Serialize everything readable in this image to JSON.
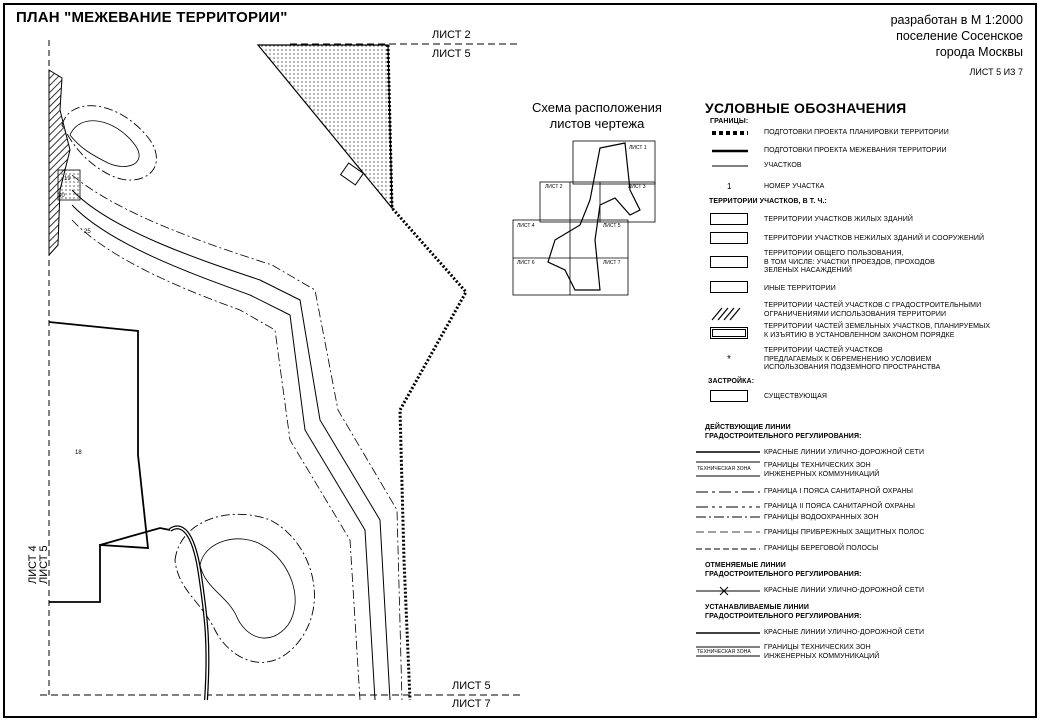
{
  "title": "ПЛАН \"МЕЖЕВАНИЕ ТЕРРИТОРИИ\"",
  "header": {
    "line1": "разработан в М 1:2000",
    "line2": "поселение Сосенское",
    "line3": "города Москвы",
    "sheet_of": "ЛИСТ 5 ИЗ 7"
  },
  "sheet_labels": {
    "top_a": "ЛИСТ 2",
    "top_b": "ЛИСТ 5",
    "left_a": "ЛИСТ 4",
    "left_b": "ЛИСТ 5",
    "bottom_a": "ЛИСТ 5",
    "bottom_b": "ЛИСТ 7"
  },
  "scheme": {
    "title_1": "Схема расположения",
    "title_2": "листов чертежа",
    "sheets": [
      "ЛИСТ 1",
      "ЛИСТ 2",
      "ЛИСТ 3",
      "ЛИСТ 4",
      "ЛИСТ 5",
      "ЛИСТ 6",
      "ЛИСТ 7"
    ]
  },
  "map_labels": {
    "plot_a": "19",
    "plot_b": "25",
    "plot_c": "30",
    "plot_d": "18"
  },
  "legend": {
    "title": "УСЛОВНЫЕ ОБОЗНАЧЕНИЯ",
    "boundaries_header": "ГРАНИЦЫ:",
    "b1": "ПОДГОТОВКИ ПРОЕКТА ПЛАНИРОВКИ ТЕРРИТОРИИ",
    "b2": "ПОДГОТОВКИ ПРОЕКТА МЕЖЕВАНИЯ ТЕРРИТОРИИ",
    "b3": "УЧАСТКОВ",
    "num_symbol": "1",
    "num_label": "НОМЕР УЧАСТКА",
    "territories_header": "ТЕРРИТОРИИ УЧАСТКОВ, В Т. Ч.:",
    "t1": "ТЕРРИТОРИИ УЧАСТКОВ ЖИЛЫХ ЗДАНИЙ",
    "t2": "ТЕРРИТОРИИ УЧАСТКОВ НЕЖИЛЫХ ЗДАНИЙ И СООРУЖЕНИЙ",
    "t3a": "ТЕРРИТОРИИ ОБЩЕГО ПОЛЬЗОВАНИЯ,",
    "t3b": "В ТОМ ЧИСЛЕ: УЧАСТКИ ПРОЕЗДОВ, ПРОХОДОВ",
    "t3c": "ЗЕЛЕНЫХ НАСАЖДЕНИЙ",
    "t4": "ИНЫЕ ТЕРРИТОРИИ",
    "t5a": "ТЕРРИТОРИИ ЧАСТЕЙ УЧАСТКОВ С ГРАДОСТРОИТЕЛЬНЫМИ",
    "t5b": "ОГРАНИЧЕНИЯМИ ИСПОЛЬЗОВАНИЯ ТЕРРИТОРИИ",
    "t6a": "ТЕРРИТОРИИ ЧАСТЕЙ ЗЕМЕЛЬНЫХ УЧАСТКОВ, ПЛАНИРУЕМЫХ",
    "t6b": "К ИЗЪЯТИЮ В  УСТАНОВЛЕННОМ  ЗАКОНОМ ПОРЯДКЕ",
    "t7a": "ТЕРРИТОРИИ ЧАСТЕЙ УЧАСТКОВ",
    "t7b": "ПРЕДЛАГАЕМЫХ К ОБРЕМЕНЕНИЮ УСЛОВИЕМ",
    "t7c": "ИСПОЛЬЗОВАНИЯ ПОДЗЕМНОГО ПРОСТРАНСТВА",
    "building_header": "ЗАСТРОЙКА:",
    "building_existing": "СУЩЕСТВУЮЩАЯ",
    "active_header_1": "ДЕЙСТВУЮЩИЕ ЛИНИИ",
    "active_header_2": "ГРАДОСТРОИТЕЛЬНОГО  РЕГУЛИРОВАНИЯ:",
    "a1": "КРАСНЫЕ ЛИНИИ УЛИЧНО-ДОРОЖНОЙ СЕТИ",
    "a2_sym": "ТЕХНИЧЕСКАЯ ЗОНА",
    "a2a": "ГРАНИЦЫ ТЕХНИЧЕСКИХ ЗОН",
    "a2b": "ИНЖЕНЕРНЫХ КОММУНИКАЦИЙ",
    "a3": "ГРАНИЦА I ПОЯСА САНИТАРНОЙ ОХРАНЫ",
    "a4": "ГРАНИЦА II ПОЯСА САНИТАРНОЙ ОХРАНЫ",
    "a5": "ГРАНИЦЫ ВОДООХРАННЫХ ЗОН",
    "a6": "ГРАНИЦЫ ПРИБРЕЖНЫХ ЗАЩИТНЫХ ПОЛОС",
    "a7": "ГРАНИЦЫ БЕРЕГОВОЙ ПОЛОСЫ",
    "cancel_header_1": "ОТМЕНЯЕМЫЕ ЛИНИИ",
    "cancel_header_2": "ГРАДОСТРОИТЕЛЬНОГО РЕГУЛИРОВАНИЯ:",
    "c1": "КРАСНЫЕ ЛИНИИ УЛИЧНО-ДОРОЖНОЙ СЕТИ",
    "new_header_1": "УСТАНАВЛИВАЕМЫЕ ЛИНИИ",
    "new_header_2": "ГРАДОСТРОИТЕЛЬНОГО РЕГУЛИРОВАНИЯ:",
    "n1": "КРАСНЫЕ ЛИНИИ УЛИЧНО-ДОРОЖНОЙ СЕТИ",
    "n2_sym": "ТЕХНИЧЕСКАЯ ЗОНА",
    "n2a": "ГРАНИЦЫ ТЕХНИЧЕСКИХ ЗОН",
    "n2b": "ИНЖЕНЕРНЫХ КОММУНИКАЦИЙ"
  }
}
